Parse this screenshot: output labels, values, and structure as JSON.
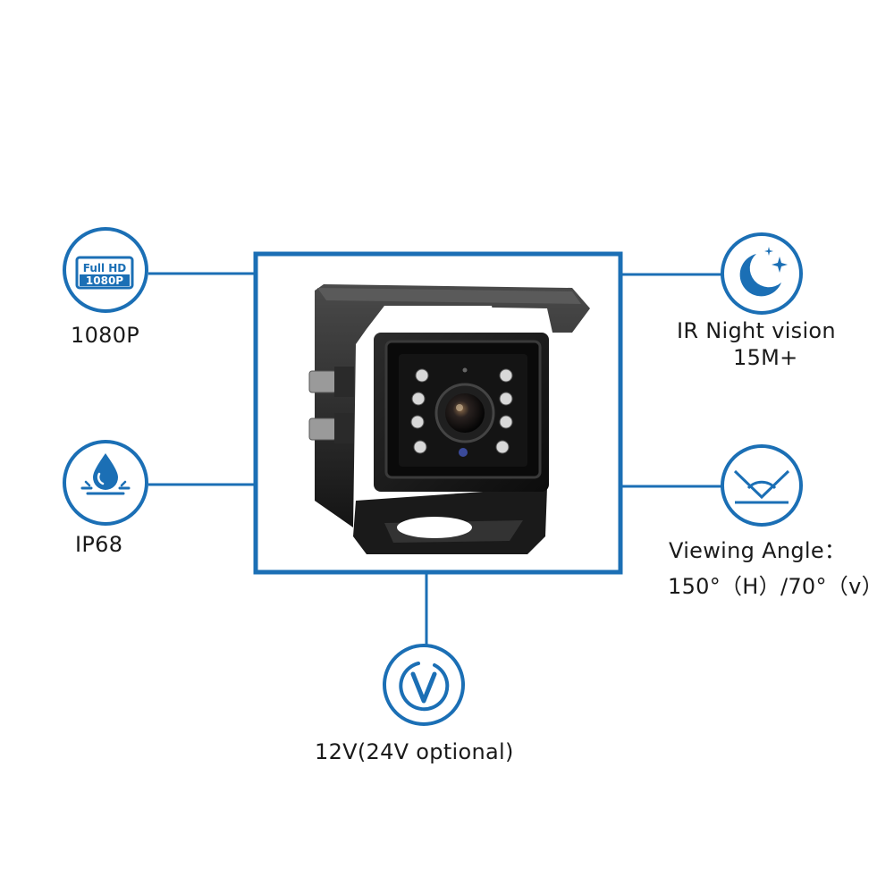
{
  "accent_color": "#1b6fb5",
  "features": {
    "hd": {
      "icon": "full-hd-icon",
      "badge_top": "Full HD",
      "badge_bottom": "1080P",
      "label": "1080P"
    },
    "waterproof": {
      "icon": "water-drop-icon",
      "label": "IP68"
    },
    "night": {
      "icon": "moon-stars-icon",
      "label_line1": "IR Night vision",
      "label_line2": "15M+"
    },
    "angle": {
      "icon": "viewing-angle-icon",
      "label_line1": "Viewing Angle：",
      "label_line2": "150°（H）/70°（v）"
    },
    "voltage": {
      "icon": "voltage-v-icon",
      "label": "12V(24V optional)"
    }
  },
  "product": {
    "icon": "camera-image",
    "ir_led_count": 8
  }
}
